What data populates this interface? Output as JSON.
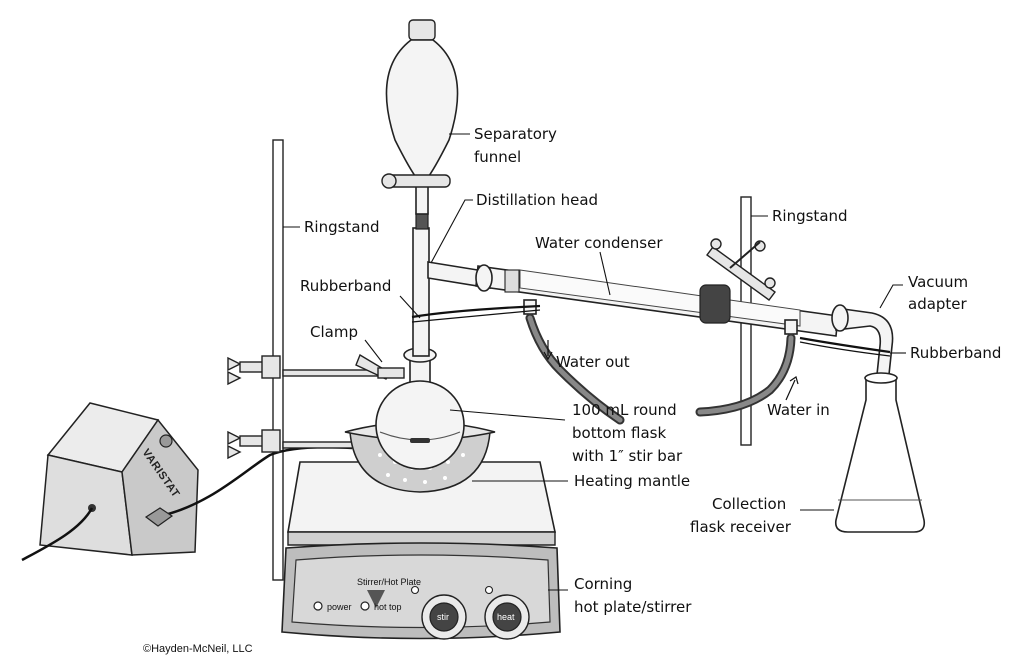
{
  "labels": {
    "separatory_funnel": [
      "Separatory",
      "funnel"
    ],
    "distillation_head": "Distillation head",
    "ringstand_left": "Ringstand",
    "ringstand_right": "Ringstand",
    "water_condenser": "Water condenser",
    "vacuum_adapter": [
      "Vacuum",
      "adapter"
    ],
    "rubberband_left": "Rubberband",
    "rubberband_right": "Rubberband",
    "clamp": "Clamp",
    "water_out": "Water out",
    "water_in": "Water in",
    "round_bottom_flask": [
      "100 mL round",
      "bottom flask",
      "with 1″ stir bar"
    ],
    "heating_mantle": "Heating mantle",
    "collection_flask": [
      "Collection",
      "flask receiver"
    ],
    "hot_plate": [
      "Corning",
      "hot plate/stirrer"
    ]
  },
  "devices": {
    "variac_brand": "VARISTAT",
    "hotplate_title": "Stirrer/Hot Plate",
    "power_label": "power",
    "hot_top_label": "hot top",
    "stir_label": "stir",
    "heat_label": "heat"
  },
  "credit": "©Hayden-McNeil, LLC"
}
